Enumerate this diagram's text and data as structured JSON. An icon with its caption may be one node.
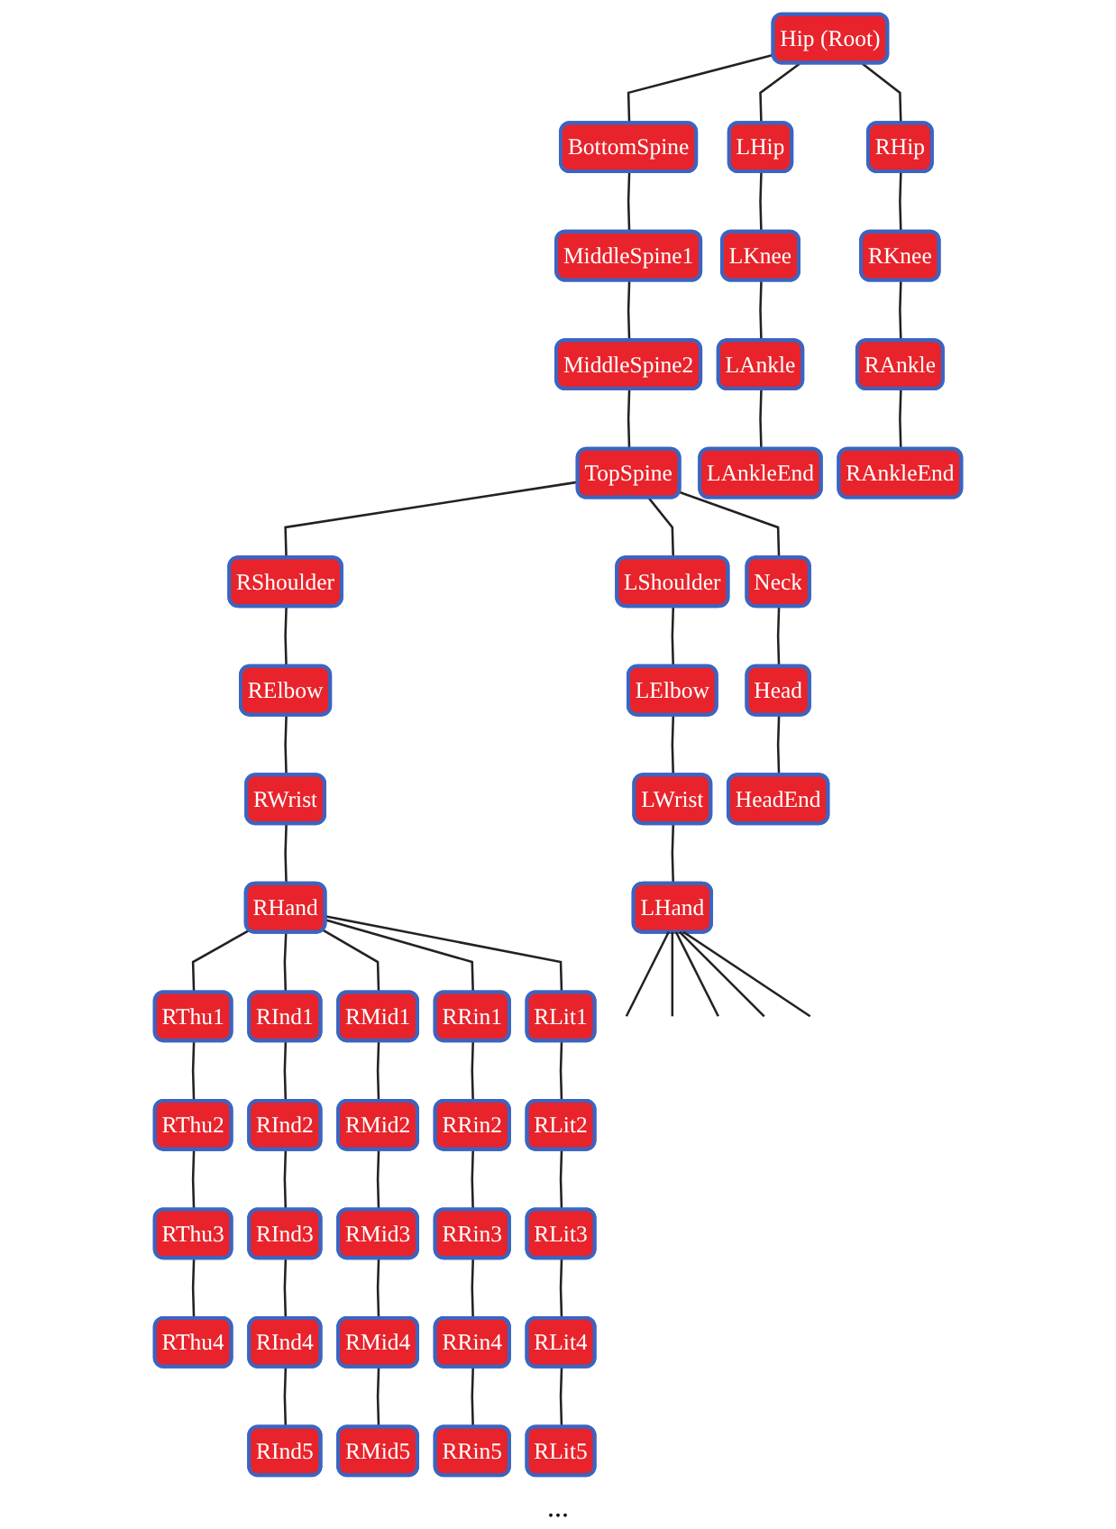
{
  "diagram": {
    "nodes": [
      {
        "text": [
          "Hip (Root)"
        ]
      },
      {
        "text": [
          "BottomSpine"
        ]
      },
      {
        "text": [
          "MiddleSpine1"
        ]
      },
      {
        "text": [
          "MiddleSpine2"
        ]
      },
      {
        "text": [
          "TopSpine"
        ]
      },
      {
        "text": [
          "LHip"
        ]
      },
      {
        "text": [
          "RHip"
        ]
      },
      {
        "text": [
          "LShoulder"
        ]
      },
      {
        "text": [
          "RShoulder"
        ]
      },
      {
        "text": [
          "Neck"
        ]
      },
      {
        "text": [
          "LElbow"
        ]
      },
      {
        "text": [
          "RElbow"
        ]
      },
      {
        "text": [
          "Head"
        ]
      },
      {
        "text": [
          "LWrist"
        ]
      },
      {
        "text": [
          "RWrist"
        ]
      },
      {
        "text": [
          "HeadEnd"
        ]
      },
      {
        "text": [
          "LHand"
        ]
      },
      {
        "text": [
          "RHand"
        ]
      },
      {
        "text": [
          "LKnee"
        ]
      },
      {
        "text": [
          "RKnee"
        ]
      },
      {
        "text": [
          "LAnkle"
        ]
      },
      {
        "text": [
          "RAnkle"
        ]
      },
      {
        "text": [
          "LAnkleEnd"
        ]
      },
      {
        "text": [
          "RAnkleEnd"
        ]
      },
      {
        "text": [
          "RThu1"
        ]
      },
      {
        "text": [
          "RThu2"
        ]
      },
      {
        "text": [
          "RThu3"
        ]
      },
      {
        "text": [
          "RThu4"
        ]
      },
      {
        "text": [
          "RInd1"
        ]
      },
      {
        "text": [
          "RInd2"
        ]
      },
      {
        "text": [
          "RInd3"
        ]
      },
      {
        "text": [
          "RInd4"
        ]
      },
      {
        "text": [
          "RInd5"
        ]
      },
      {
        "text": [
          "RMid1"
        ]
      },
      {
        "text": [
          "RMid2"
        ]
      },
      {
        "text": [
          "RMid3"
        ]
      },
      {
        "text": [
          "RMid4"
        ]
      },
      {
        "text": [
          "RMid5"
        ]
      },
      {
        "text": [
          "RRin1"
        ]
      },
      {
        "text": [
          "RRin2"
        ]
      },
      {
        "text": [
          "RRin3"
        ]
      },
      {
        "text": [
          "RRin4"
        ]
      },
      {
        "text": [
          "RRin5"
        ]
      },
      {
        "text": [
          "RLit1"
        ]
      },
      {
        "text": [
          "RLit2"
        ]
      },
      {
        "text": [
          "RLit3"
        ]
      },
      {
        "text": [
          "RLit4"
        ]
      },
      {
        "text": [
          "RLit5"
        ]
      }
    ],
    "edges": [
      {
        "from": 0,
        "to": 1,
        "arrow": "none"
      },
      {
        "from": 1,
        "to": 2,
        "arrow": "none"
      },
      {
        "from": 2,
        "to": 3,
        "arrow": "none"
      },
      {
        "from": 3,
        "to": 4,
        "arrow": "none"
      },
      {
        "from": 0,
        "to": 5,
        "arrow": "none"
      },
      {
        "from": 0,
        "to": 6,
        "arrow": "none"
      },
      {
        "from": 4,
        "to": 7,
        "arrow": "none"
      },
      {
        "from": 4,
        "to": 8,
        "arrow": "none"
      },
      {
        "from": 4,
        "to": 9,
        "arrow": "none"
      },
      {
        "from": 7,
        "to": 10,
        "arrow": "none"
      },
      {
        "from": 10,
        "to": 13,
        "arrow": "none"
      },
      {
        "from": 13,
        "to": 16,
        "arrow": "none"
      },
      {
        "from": 16,
        "to": null,
        "arrow": "none"
      },
      {
        "from": 16,
        "to": null,
        "arrow": "none"
      },
      {
        "from": 16,
        "to": null,
        "arrow": "none"
      },
      {
        "from": 16,
        "to": null,
        "arrow": "none"
      },
      {
        "from": 16,
        "to": null,
        "arrow": "none"
      },
      {
        "from": 8,
        "to": 11,
        "arrow": "none"
      },
      {
        "from": 11,
        "to": 14,
        "arrow": "none"
      },
      {
        "from": 14,
        "to": 17,
        "arrow": "none"
      },
      {
        "from": 9,
        "to": 12,
        "arrow": "none"
      },
      {
        "from": 12,
        "to": 15,
        "arrow": "none"
      },
      {
        "from": 5,
        "to": 18,
        "arrow": "none"
      },
      {
        "from": 18,
        "to": 20,
        "arrow": "none"
      },
      {
        "from": 20,
        "to": 22,
        "arrow": "none"
      },
      {
        "from": 6,
        "to": 19,
        "arrow": "none"
      },
      {
        "from": 19,
        "to": 21,
        "arrow": "none"
      },
      {
        "from": 21,
        "to": 23,
        "arrow": "none"
      },
      {
        "from": 17,
        "to": 24,
        "arrow": "none"
      },
      {
        "from": 24,
        "to": 25,
        "arrow": "none"
      },
      {
        "from": 25,
        "to": 26,
        "arrow": "none"
      },
      {
        "from": 26,
        "to": 27,
        "arrow": "none"
      },
      {
        "from": 17,
        "to": 28,
        "arrow": "none"
      },
      {
        "from": 28,
        "to": 29,
        "arrow": "none"
      },
      {
        "from": 29,
        "to": 30,
        "arrow": "none"
      },
      {
        "from": 30,
        "to": 31,
        "arrow": "none"
      },
      {
        "from": 31,
        "to": 32,
        "arrow": "none"
      },
      {
        "from": 17,
        "to": 33,
        "arrow": "none"
      },
      {
        "from": 33,
        "to": 34,
        "arrow": "none"
      },
      {
        "from": 34,
        "to": 35,
        "arrow": "none"
      },
      {
        "from": 35,
        "to": 36,
        "arrow": "none"
      },
      {
        "from": 36,
        "to": 37,
        "arrow": "none"
      },
      {
        "from": 17,
        "to": 38,
        "arrow": "none"
      },
      {
        "from": 38,
        "to": 39,
        "arrow": "none"
      },
      {
        "from": 39,
        "to": 40,
        "arrow": "none"
      },
      {
        "from": 40,
        "to": 41,
        "arrow": "none"
      },
      {
        "from": 41,
        "to": 42,
        "arrow": "none"
      },
      {
        "from": 17,
        "to": 43,
        "arrow": "none"
      },
      {
        "from": 43,
        "to": 44,
        "arrow": "none"
      },
      {
        "from": 44,
        "to": 45,
        "arrow": "none"
      },
      {
        "from": 45,
        "to": 46,
        "arrow": "none"
      },
      {
        "from": 46,
        "to": 47,
        "arrow": "none"
      }
    ],
    "labels": [
      "..."
    ]
  }
}
